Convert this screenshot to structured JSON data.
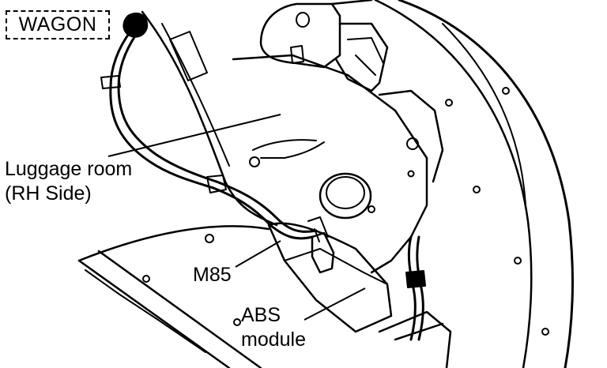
{
  "variant_tag": "WAGON",
  "labels": {
    "luggage_room_line1": "Luggage room",
    "luggage_room_line2": "(RH Side)",
    "connector": "M85",
    "abs_module_line1": "ABS",
    "abs_module_line2": "module"
  },
  "colors": {
    "ink": "#000000",
    "paper": "#ffffff"
  }
}
